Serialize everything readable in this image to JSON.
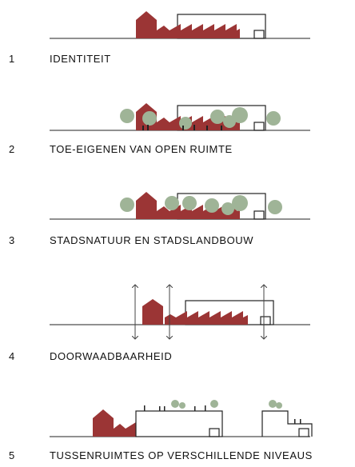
{
  "steps": [
    {
      "number": "1",
      "label": "IDENTITEIT"
    },
    {
      "number": "2",
      "label": "TOE-EIGENEN VAN OPEN RUIMTE"
    },
    {
      "number": "3",
      "label": "STADSNATUUR EN STADSLANDBOUW"
    },
    {
      "number": "4",
      "label": "DOORWAADBAARHEID"
    },
    {
      "number": "5",
      "label": "TUSSENRUIMTES OP VERSCHILLENDE NIVEAUS"
    }
  ],
  "colors": {
    "building": "#9b3535",
    "tree": "#9fb497",
    "line": "#222222"
  }
}
